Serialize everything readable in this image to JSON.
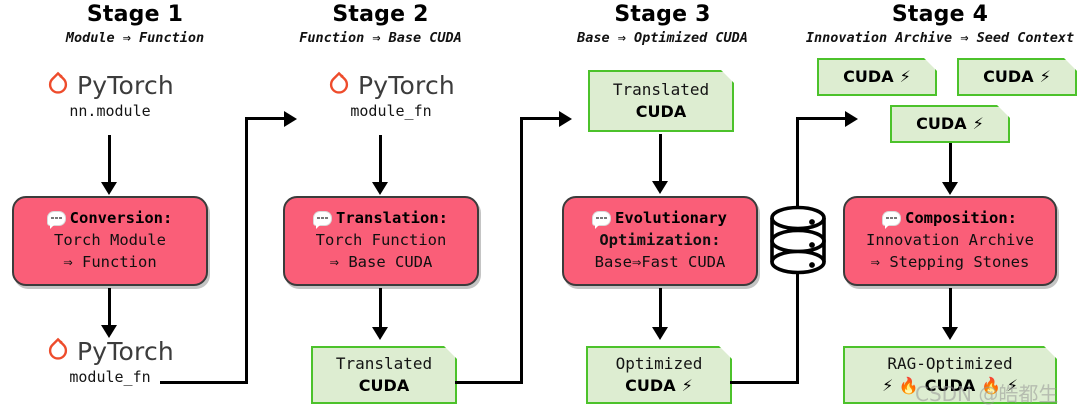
{
  "stages": [
    {
      "title": "Stage 1",
      "subtitle": "Module ⇒ Function"
    },
    {
      "title": "Stage 2",
      "subtitle": "Function ⇒ Base CUDA"
    },
    {
      "title": "Stage 3",
      "subtitle": "Base ⇒ Optimized CUDA"
    },
    {
      "title": "Stage 4",
      "subtitle": "Innovation Archive ⇒ Seed Context"
    }
  ],
  "pytorch": {
    "wordmark": "PyTorch",
    "s1_top_sub": "nn.module",
    "s1_bottom_sub": "module_fn",
    "s2_top_sub": "module_fn"
  },
  "process_boxes": [
    {
      "title": "Conversion:",
      "line2": "Torch Module",
      "line3": "⇒ Function"
    },
    {
      "title": "Translation:",
      "line2": "Torch Function",
      "line3": "⇒ Base CUDA"
    },
    {
      "title": "Evolutionary",
      "line2": "Optimization:",
      "line3": "Base⇒Fast CUDA"
    },
    {
      "title": "Composition:",
      "line2": "Innovation Archive",
      "line3": "⇒ Stepping Stones"
    }
  ],
  "notes": {
    "s2_translated": {
      "line1": "Translated",
      "line2": "CUDA",
      "badge": ""
    },
    "s3_translated": {
      "line1": "Translated",
      "line2": "CUDA",
      "badge": ""
    },
    "s3_optimized": {
      "line1": "Optimized",
      "line2": "CUDA",
      "badge": "⚡"
    },
    "s4_rag": {
      "line1": "RAG-Optimized",
      "line2": "CUDA",
      "badge_left": "⚡ 🔥",
      "badge_right": "🔥 ⚡"
    }
  },
  "archive_cards": [
    {
      "label": "CUDA",
      "badge": "⚡"
    },
    {
      "label": "CUDA",
      "badge": "⚡"
    },
    {
      "label": "CUDA",
      "badge": "⚡"
    }
  ],
  "icons": {
    "pytorch_flame": "pytorch-logo-icon",
    "database": "database-cylinder-icon",
    "speech_bubble": "speech-bubble-icon",
    "lightning": "⚡",
    "fire": "🔥"
  },
  "watermark": "CSDN @皓都生",
  "colors": {
    "pink": "#FA5E78",
    "pink_border": "#3b3b3b",
    "green_fill": "#DDEDD1",
    "green_border": "#4CC22B",
    "pytorch_orange": "#EE4C2C",
    "line": "#000000",
    "background": "#FFFFFF"
  }
}
